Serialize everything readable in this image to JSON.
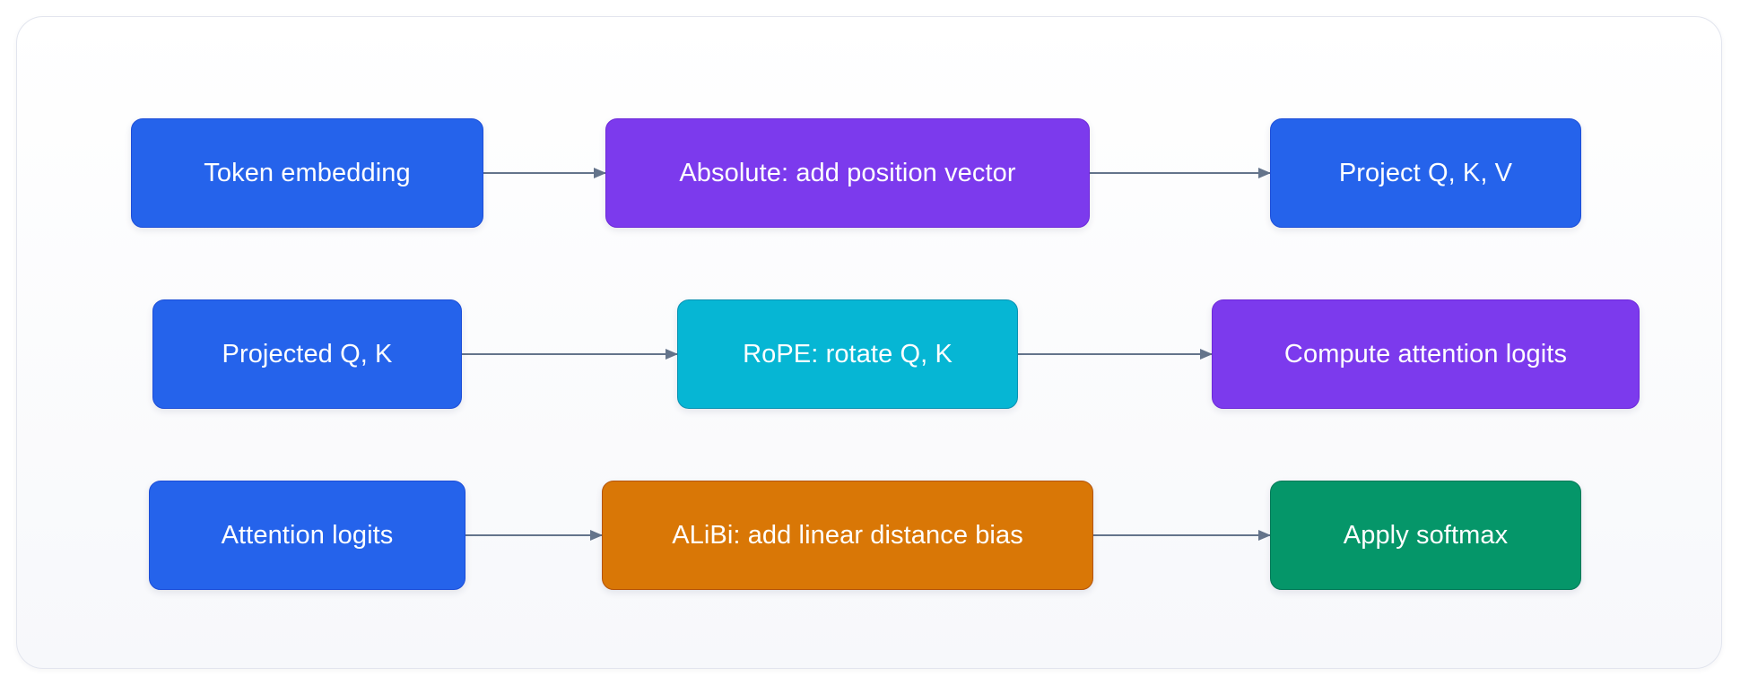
{
  "colors": {
    "blue": "#2563eb",
    "purple": "#7c3aed",
    "cyan": "#06b6d4",
    "orange": "#d97706",
    "green": "#059669",
    "edge": "#64748b",
    "card_border": "#e2e5ee"
  },
  "rows": [
    {
      "id": "absolute",
      "nodes": [
        {
          "label": "Token embedding",
          "color": "blue"
        },
        {
          "label": "Absolute: add position vector",
          "color": "purple"
        },
        {
          "label": "Project Q, K, V",
          "color": "blue"
        }
      ]
    },
    {
      "id": "rope",
      "nodes": [
        {
          "label": "Projected Q, K",
          "color": "blue"
        },
        {
          "label": "RoPE: rotate Q, K",
          "color": "cyan"
        },
        {
          "label": "Compute attention logits",
          "color": "purple"
        }
      ]
    },
    {
      "id": "alibi",
      "nodes": [
        {
          "label": "Attention logits",
          "color": "blue"
        },
        {
          "label": "ALiBi: add linear distance bias",
          "color": "orange"
        },
        {
          "label": "Apply softmax",
          "color": "green"
        }
      ]
    }
  ],
  "edges": [
    {
      "from": "Token embedding",
      "to": "Absolute: add position vector"
    },
    {
      "from": "Absolute: add position vector",
      "to": "Project Q, K, V"
    },
    {
      "from": "Projected Q, K",
      "to": "RoPE: rotate Q, K"
    },
    {
      "from": "RoPE: rotate Q, K",
      "to": "Compute attention logits"
    },
    {
      "from": "Attention logits",
      "to": "ALiBi: add linear distance bias"
    },
    {
      "from": "ALiBi: add linear distance bias",
      "to": "Apply softmax"
    }
  ]
}
